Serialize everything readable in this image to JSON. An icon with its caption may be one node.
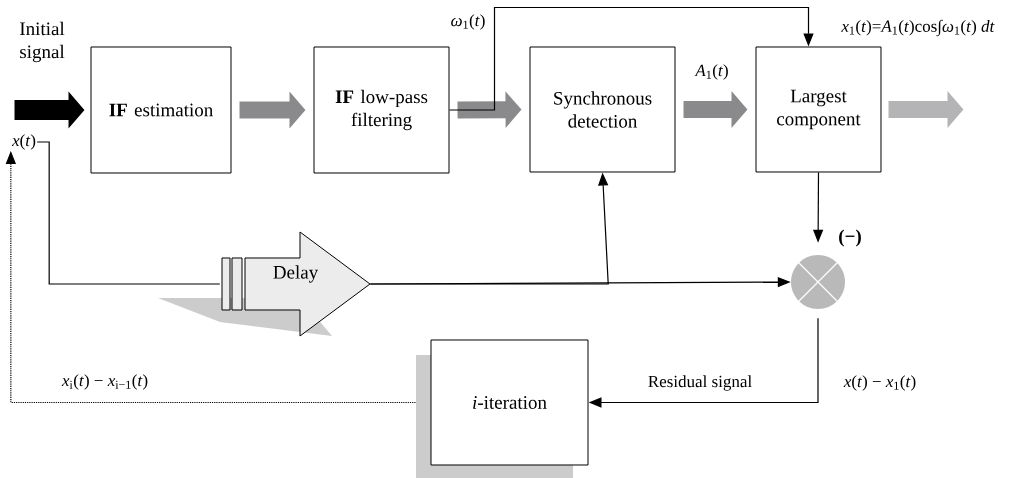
{
  "diagram": {
    "nodes": [
      {
        "text": [
          "**IF** estimation"
        ]
      },
      {
        "text": [
          "**IF** low-pass filtering"
        ]
      },
      {
        "text": [
          "Synchronous detection"
        ]
      },
      {
        "text": [
          "Largest component"
        ]
      },
      {
        "text": [
          "Delay"
        ]
      },
      {
        "text": [],
        "shape": "circle",
        "beside": [
          "(−)"
        ]
      },
      {
        "text": [
          "*i*-iteration"
        ]
      },
      {
        "text": [
          "*x*(*t*)"
        ]
      }
    ],
    "edges": [
      {
        "from": null,
        "to": 0,
        "arrow": "to",
        "style": "thick"
      },
      {
        "from": 0,
        "to": 1,
        "arrow": "to",
        "style": "thick",
        "color": "#8a8a8c"
      },
      {
        "from": 1,
        "to": 2,
        "arrow": "to",
        "style": "thick",
        "color": "#8a8a8c"
      },
      {
        "from": 1,
        "to": 3,
        "arrow": "to",
        "label": "*ω*$_{1}$(*t*)"
      },
      {
        "from": 2,
        "to": 3,
        "arrow": "to",
        "style": "thick",
        "color": "#8a8a8c",
        "label": "*A*$_{1}$(*t*)"
      },
      {
        "from": 3,
        "to": null,
        "arrow": "to",
        "style": "thick",
        "color": "#b4b4b6"
      },
      {
        "from": 7,
        "to": 4,
        "arrow": "none"
      },
      {
        "from": 4,
        "to": 5,
        "arrow": "to"
      },
      {
        "from": 4,
        "to": 2,
        "arrow": "to"
      },
      {
        "from": 3,
        "to": 5,
        "arrow": "to"
      },
      {
        "from": 5,
        "to": 6,
        "arrow": "to",
        "label": "Residual signal"
      },
      {
        "from": 6,
        "to": 7,
        "arrow": "to",
        "style": "dashed",
        "label": "*x*$_{i}$(*t*) − *x*$_{i−1}$(*t*)"
      }
    ],
    "labels": [
      "Initial signal",
      "*x*$_{1}$(*t*)=*A*$_{1}$(*t*)cos∫*ω*$_{1}$(*t*) *dt*",
      "*x*(*t*) − *x*$_{1}$(*t*)"
    ]
  }
}
